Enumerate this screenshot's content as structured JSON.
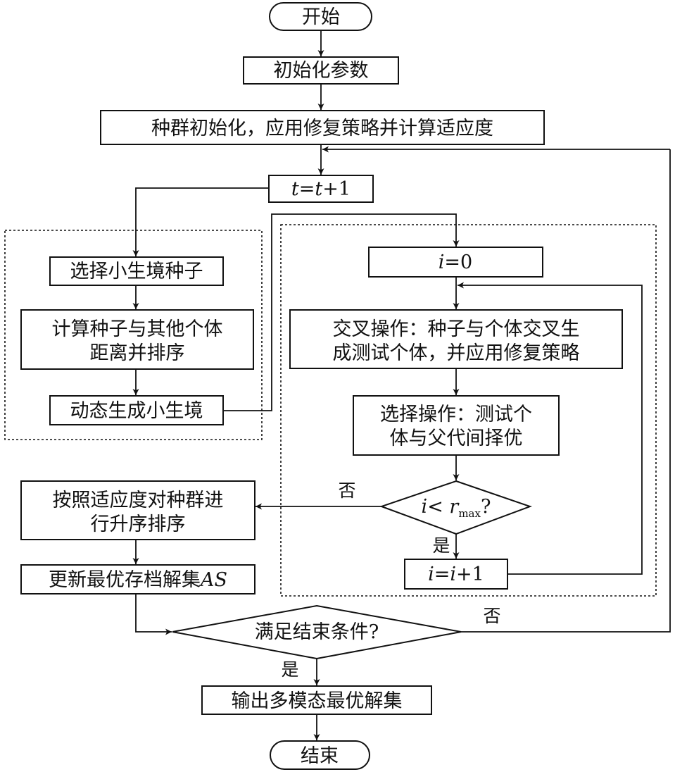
{
  "flowchart": {
    "start": "开始",
    "init_params": "初始化参数",
    "pop_init": "种群初始化，应用修复策略并计算适应度",
    "t_update": {
      "var": "t",
      "eq": "=",
      "var2": "t",
      "plus": "+1"
    },
    "niche": {
      "select_seed": "选择小生境种子",
      "calc_distance_line1": "计算种子与其他个体",
      "calc_distance_line2": "距离并排序",
      "dynamic_niche": "动态生成小生境"
    },
    "inner": {
      "i_init": {
        "var": "i",
        "rest": "=0"
      },
      "crossover_line1": "交叉操作：种子与个体交叉生",
      "crossover_line2": "成测试个体，并应用修复策略",
      "selection_line1": "选择操作：测试个",
      "selection_line2": "体与父代间择优",
      "cond": {
        "var": "i",
        "lt": "< ",
        "r": "r",
        "sub": "max",
        "q": "?"
      },
      "yes_label": "是",
      "no_label": "否",
      "i_inc": {
        "var": "i",
        "eq": "=",
        "var2": "i",
        "rest": "+1"
      }
    },
    "sort_line1": "按照适应度对种群进",
    "sort_line2": "行升序排序",
    "update_archive": {
      "text": "更新最优存档解集",
      "italic": "AS"
    },
    "end_cond": "满足结束条件?",
    "end_no_label": "否",
    "end_yes_label": "是",
    "output": "输出多模态最优解集",
    "end": "结束"
  }
}
